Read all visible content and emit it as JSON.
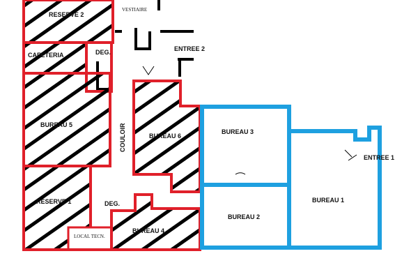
{
  "colors": {
    "occupied": "#e0202a",
    "available": "#1ea0e0",
    "hatch": "#000000",
    "walls": "#000000"
  },
  "rooms": [
    {
      "id": "reserve-2",
      "label": "RESERVE 2",
      "status": "occupied"
    },
    {
      "id": "cafeteria",
      "label": "CAFETERIA",
      "status": "occupied"
    },
    {
      "id": "deg-top",
      "label": "DEG.",
      "status": "occupied"
    },
    {
      "id": "bureau-5",
      "label": "BUREAU 5",
      "status": "occupied"
    },
    {
      "id": "reserve-1",
      "label": "RESERVE 1",
      "status": "occupied"
    },
    {
      "id": "local-tecn",
      "label": "LOCAL TECN.",
      "status": "occupied"
    },
    {
      "id": "deg-bottom",
      "label": "DEG.",
      "status": "occupied"
    },
    {
      "id": "bureau-6",
      "label": "BUREAU 6",
      "status": "occupied"
    },
    {
      "id": "bureau-4",
      "label": "BUREAU 4",
      "status": "occupied"
    },
    {
      "id": "bureau-3",
      "label": "BUREAU 3",
      "status": "available"
    },
    {
      "id": "bureau-2",
      "label": "BUREAU 2",
      "status": "available"
    },
    {
      "id": "bureau-1",
      "label": "BUREAU 1",
      "status": "available"
    }
  ],
  "other_labels": {
    "vestiaire": "VESTIAIRE",
    "entree_2": "ENTREE 2",
    "entree_1": "ENTREE 1",
    "couloir": "COULOIR"
  }
}
